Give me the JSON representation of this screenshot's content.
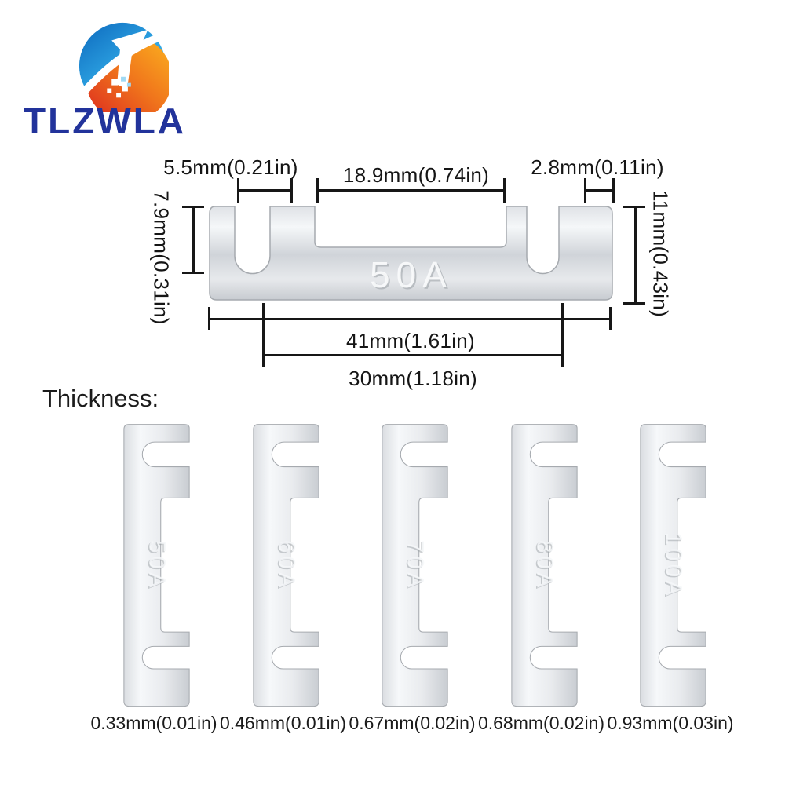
{
  "brand": {
    "name": "TLZWLA"
  },
  "diagram": {
    "part_label": "50A",
    "dims": {
      "top_left": "5.5mm(0.21in)",
      "top_middle": "18.9mm(0.74in)",
      "top_right": "2.8mm(0.11in)",
      "left_side": "7.9mm(0.31in)",
      "right_side": "11mm(0.43in)",
      "bottom_outer": "41mm(1.61in)",
      "bottom_inner": "30mm(1.18in)"
    }
  },
  "thickness": {
    "heading": "Thickness:",
    "items": [
      {
        "amp": "50A",
        "value": "0.33mm(0.01in)"
      },
      {
        "amp": "60A",
        "value": "0.46mm(0.01in)"
      },
      {
        "amp": "70A",
        "value": "0.67mm(0.02in)"
      },
      {
        "amp": "80A",
        "value": "0.68mm(0.02in)"
      },
      {
        "amp": "100A",
        "value": "0.93mm(0.03in)"
      }
    ]
  }
}
